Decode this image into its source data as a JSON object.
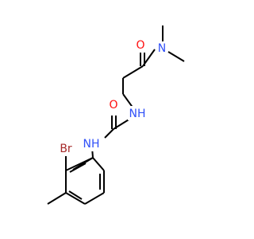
{
  "molecule": {
    "atoms": {
      "O": {
        "text": "O",
        "color": "#ff0d0d"
      },
      "N_amide": {
        "text": "N",
        "color": "#3050f8"
      },
      "NH_upper": {
        "text": "NH",
        "color": "#3050f8"
      },
      "O_urea": {
        "text": "O",
        "color": "#ff0d0d"
      },
      "NH_lower": {
        "text": "NH",
        "color": "#3050f8"
      },
      "Br": {
        "text": "Br",
        "color": "#a62929"
      }
    },
    "bond_color": "#000000"
  }
}
